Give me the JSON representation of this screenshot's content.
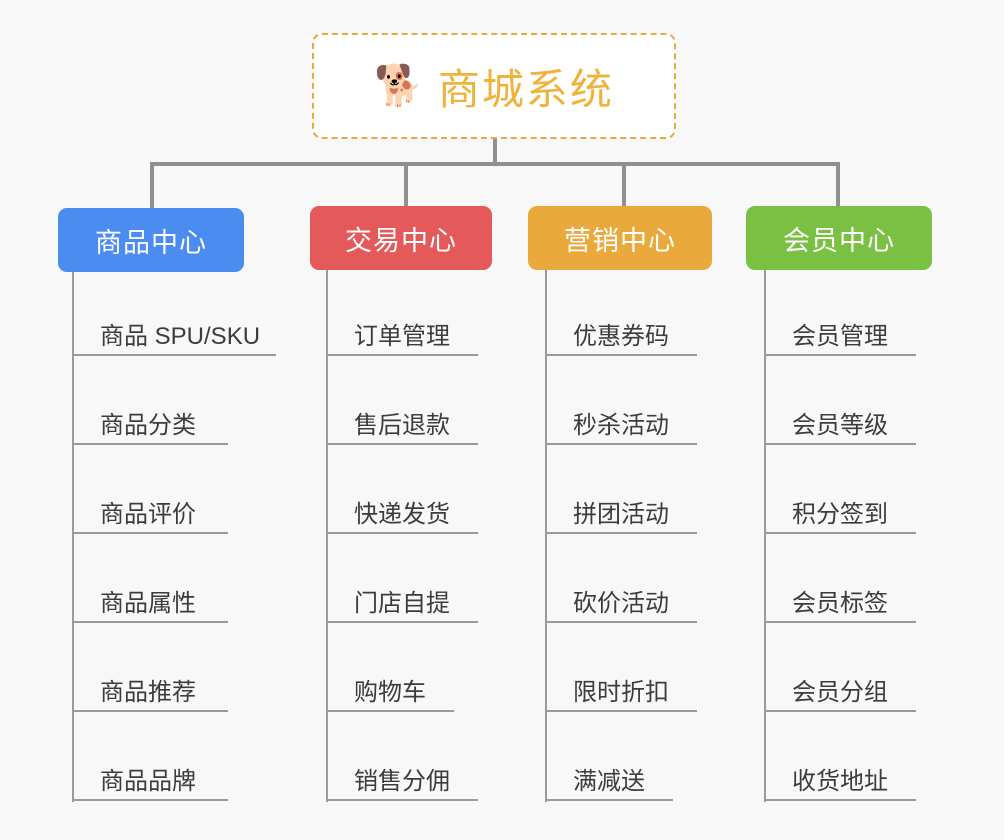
{
  "background_color": "#f8f8f8",
  "connector_color": "#909090",
  "root": {
    "icon": "shiba-dog-face-emoji",
    "icon_glyph": "🐕",
    "title": "商城系统",
    "border_color": "#e9a93f",
    "title_color": "#efb33c"
  },
  "columns": [
    {
      "id": "product-center",
      "title": "商品中心",
      "color": "#4a8cf0",
      "items": [
        "商品 SPU/SKU",
        "商品分类",
        "商品评价",
        "商品属性",
        "商品推荐",
        "商品品牌"
      ]
    },
    {
      "id": "trade-center",
      "title": "交易中心",
      "color": "#e4595a",
      "items": [
        "订单管理",
        "售后退款",
        "快递发货",
        "门店自提",
        "购物车",
        "销售分佣"
      ]
    },
    {
      "id": "marketing-center",
      "title": "营销中心",
      "color": "#eaa93c",
      "items": [
        "优惠券码",
        "秒杀活动",
        "拼团活动",
        "砍价活动",
        "限时折扣",
        "满减送"
      ]
    },
    {
      "id": "member-center",
      "title": "会员中心",
      "color": "#79c043",
      "items": [
        "会员管理",
        "会员等级",
        "积分签到",
        "会员标签",
        "会员分组",
        "收货地址"
      ]
    }
  ]
}
